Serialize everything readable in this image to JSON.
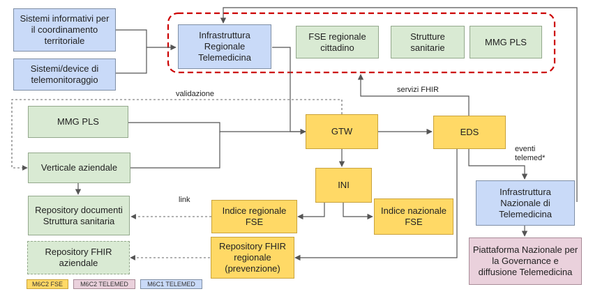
{
  "nodes": {
    "sistemi_informativi": "Sistemi informativi per il coordinamento territoriale",
    "sistemi_device": "Sistemi/device di telemonitoraggio",
    "infra_regionale": "Infrastruttura Regionale Telemedicina",
    "fse_regionale": "FSE regionale cittadino",
    "strutture_sanitarie": "Strutture sanitarie",
    "mmg_pls_top": "MMG PLS",
    "mmg_pls_left": "MMG PLS",
    "verticale_aziendale": "Verticale aziendale",
    "gtw": "GTW",
    "eds": "EDS",
    "ini": "INI",
    "repo_documenti": "Repository documenti Struttura sanitaria",
    "indice_regionale": "Indice regionale FSE",
    "indice_nazionale": "Indice nazionale FSE",
    "repo_fhir_aziendale": "Repository FHIR aziendale",
    "repo_fhir_regionale": "Repository FHIR regionale (prevenzione)",
    "infra_nazionale": "Infrastruttura Nazionale di Telemedicina",
    "piattaforma_nazionale": "Piattaforma Nazionale per la Governance e diffusione Telemedicina"
  },
  "edge_labels": {
    "validazione": "validazione",
    "servizi_fhir": "servizi FHIR",
    "eventi_telemed": "eventi telemed*",
    "link": "link"
  },
  "legend": [
    {
      "label": "M6C2 FSE",
      "color": "#ffd966"
    },
    {
      "label": "M6C2 TELEMED",
      "color": "#ead1dc"
    },
    {
      "label": "M6C1 TELEMED",
      "color": "#c9daf8"
    }
  ],
  "colors": {
    "blue": "#c9daf8",
    "green": "#d9ead3",
    "yellow": "#ffd966",
    "pink": "#ead1dc",
    "highlight_border": "#cc0000",
    "connector": "#555555"
  }
}
